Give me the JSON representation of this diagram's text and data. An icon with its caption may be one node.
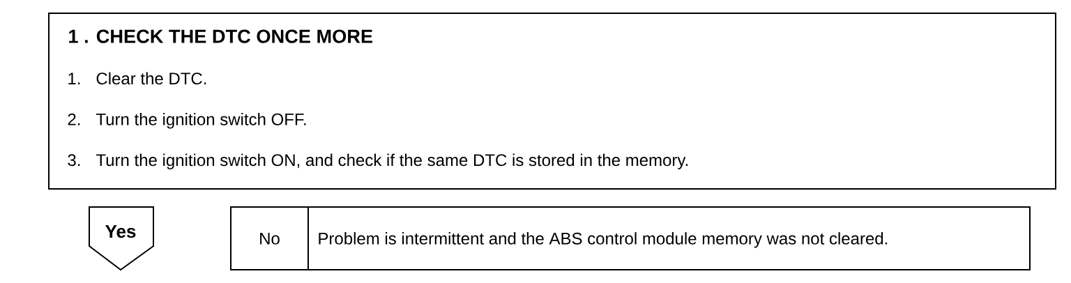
{
  "diagram": {
    "nodes": [
      {
        "text": [
          "1 . CHECK THE DTC ONCE MORE",
          "1.",
          "Clear the DTC.",
          "2.",
          "Turn the ignition switch OFF.",
          "3.",
          "Turn the ignition switch ON, and check if the same DTC is stored in the memory."
        ]
      },
      {
        "text": [
          "Yes"
        ]
      },
      {
        "text": [
          "No",
          "Problem is intermittent and the ABS control module memory was not cleared."
        ]
      }
    ]
  }
}
